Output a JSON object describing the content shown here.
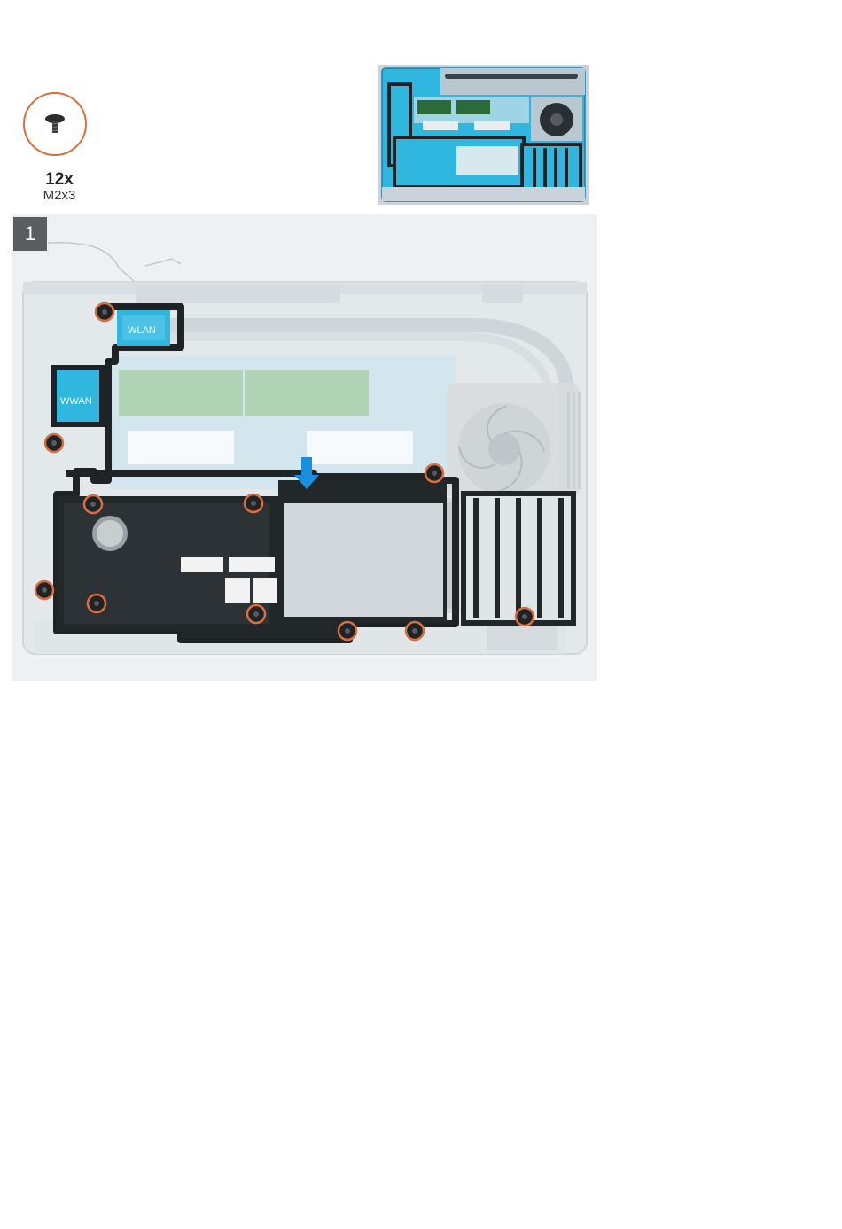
{
  "legend": {
    "count": "12x",
    "size": "M2x3",
    "icon": "screw-icon"
  },
  "step": {
    "number": "1"
  },
  "board_labels": {
    "wlan": "WLAN",
    "wwan": "WWAN"
  },
  "colors": {
    "highlight": "#17a8d8",
    "screw_circle": "#d86f3c",
    "bracket": "#1f2326",
    "arrow": "#1a8fe0",
    "panel_bg": "#eef0f1"
  }
}
